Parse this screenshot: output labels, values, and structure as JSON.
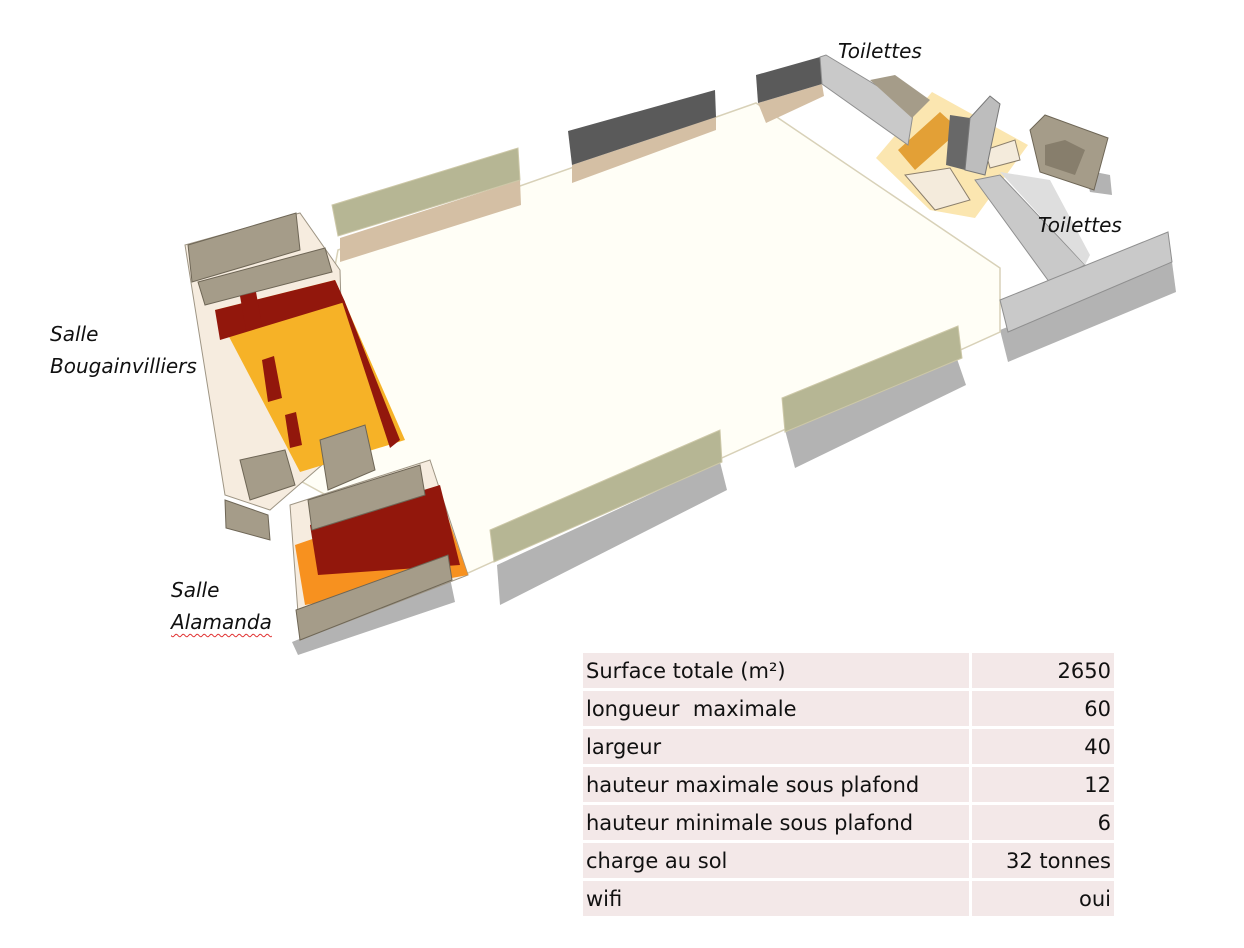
{
  "plan": {
    "labels": {
      "toilettes_top": "Toilettes",
      "toilettes_right": "Toilettes",
      "salle_bougainvilliers_line1": "Salle",
      "salle_bougainvilliers_line2": "Bougainvilliers",
      "salle_alamanda_line1": "Salle",
      "salle_alamanda_line2": "Alamanda"
    }
  },
  "specs": [
    {
      "label": "Surface totale (m²)",
      "value": "2650"
    },
    {
      "label": "longueur  maximale",
      "value": "60"
    },
    {
      "label": "largeur",
      "value": "40"
    },
    {
      "label": "hauteur maximale sous plafond",
      "value": "12"
    },
    {
      "label": "hauteur minimale sous plafond",
      "value": "6"
    },
    {
      "label": "charge au sol",
      "value": "32 tonnes"
    },
    {
      "label": "wifi",
      "value": "oui"
    }
  ],
  "colors": {
    "floor": "#fffef6",
    "shadow": "#b3b3b3",
    "partition": "#b6b694",
    "dark_wall": "#5a5a5a",
    "room_wall": "#a59c89",
    "room_floor_bougainvilliers": "#f6b227",
    "room_floor_alamanda": "#f7911f",
    "room_shade": "#92170c",
    "toilet_area": "#fbe6b0",
    "table_bg": "#f3e8e8"
  }
}
